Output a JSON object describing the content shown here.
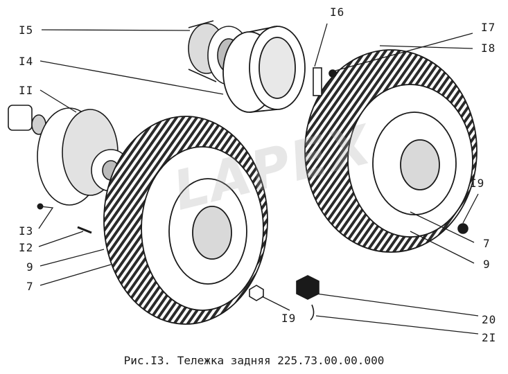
{
  "caption": "Рис.I3. Тележка задняя  225.73.00.00.000",
  "watermark": "LAPEX",
  "callouts": {
    "c15": "I5",
    "c14": "I4",
    "c11": "II",
    "c13": "I3",
    "c12": "I2",
    "c9_left": "9",
    "c7_left": "7",
    "c16": "I6",
    "c17": "I7",
    "c18": "I8",
    "c19_right": "I9",
    "c7_right": "7",
    "c9_right": "9",
    "c19_bottom": "I9",
    "c20": "20",
    "c21": "2I"
  },
  "colors": {
    "ink": "#1a1a1a",
    "paper": "#ffffff"
  }
}
